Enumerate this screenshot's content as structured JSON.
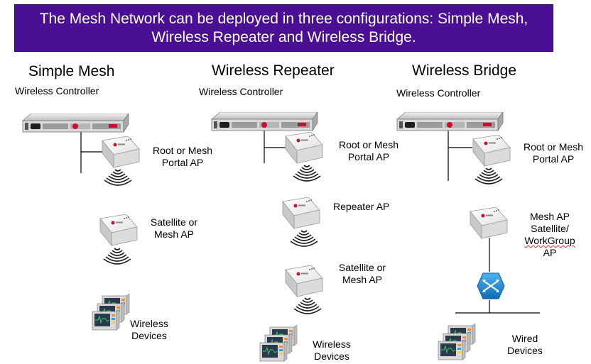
{
  "banner": {
    "text": "The Mesh Network can be deployed in three configurations: Simple Mesh, Wireless Repeater and Wireless Bridge."
  },
  "simple_mesh": {
    "title": "Simple Mesh",
    "controller": "Wireless Controller",
    "root_ap": [
      "Root  or Mesh",
      "Portal AP"
    ],
    "satellite_ap": [
      "Satellite or",
      "Mesh AP"
    ],
    "devices": [
      "Wireless",
      "Devices"
    ]
  },
  "wireless_repeater": {
    "title": "Wireless Repeater",
    "controller": "Wireless Controller",
    "root_ap": [
      "Root  or Mesh",
      "Portal  AP"
    ],
    "repeater_ap": "Repeater AP",
    "satellite_ap": [
      "Satellite or",
      "Mesh  AP"
    ],
    "devices": [
      "Wireless",
      "Devices"
    ]
  },
  "wireless_bridge": {
    "title": "Wireless Bridge",
    "controller": "Wireless Controller",
    "root_ap": [
      "Root  or Mesh",
      "Portal AP"
    ],
    "mesh_ap": [
      "Mesh AP",
      "Satellite/",
      "WorkGroup",
      "AP"
    ],
    "devices": [
      "Wired",
      "Devices"
    ]
  },
  "colors": {
    "banner_bg": "#4b0f96",
    "switch_blue": "#1a7fc8",
    "ap_body": "#eeeeee",
    "server_body": "#c8c8c8",
    "led_red": "#c8102e"
  }
}
